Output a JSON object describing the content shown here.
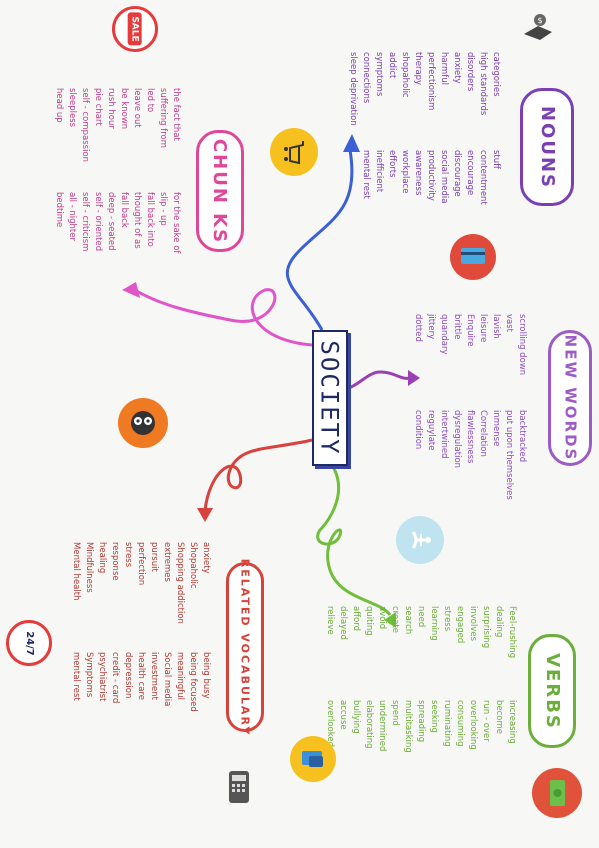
{
  "center": {
    "label": "SOCIETY"
  },
  "nouns": {
    "title": "NOUNS",
    "col1": [
      "categories",
      "high standards",
      "disorders",
      "anxiety",
      "harmful",
      "perfectionism",
      "therapy",
      "shopaholic",
      "addict",
      "symptoms",
      "connections",
      "sleep deprivation"
    ],
    "col2": [
      "stuff",
      "contentment",
      "encourage",
      "discourage",
      "social media",
      "productivity",
      "awareness",
      "workplace",
      "efforts",
      "inefficient",
      "mental rest"
    ]
  },
  "chunks": {
    "title": "CHUN KS",
    "col1": [
      "the fact that",
      "suffering from",
      "led to",
      "leave out",
      "be known",
      "rush hour",
      "pie chart",
      "self - compassion",
      "sleepless",
      "head up"
    ],
    "col2": [
      "for the sake of",
      "slip - up",
      "fall back into",
      "thought of as",
      "fall back",
      "deep - seated",
      "self - oriented",
      "self - criticism",
      "all - nighter",
      "bedtime"
    ]
  },
  "new_words": {
    "title": "NEW WORDS",
    "col1": [
      "scrolling down",
      "vast",
      "lavish",
      "leisure",
      "Enquire",
      "brittle",
      "quandary",
      "jittery",
      "dotted"
    ],
    "col2": [
      "backtracked",
      "put upon themselves",
      "inmense",
      "Correlation",
      "flawlessness",
      "dysregulation",
      "intertwined",
      "reguylate",
      "condition"
    ]
  },
  "related": {
    "title": "RELATED VOCABULARY",
    "col1": [
      "anxiety",
      "Shopaholic",
      "Shopping addiction",
      "extremes",
      "pursuit",
      "perfection",
      "stress",
      "response",
      "healing",
      "Mindfulness",
      "Mental health"
    ],
    "col2": [
      "being busy",
      "being focused",
      "meaningful",
      "Social media",
      "investment",
      "health care",
      "depression",
      "credit - card",
      "psychiatrist",
      "Symptoms",
      "mental rest"
    ]
  },
  "verbs": {
    "title": "VERBS",
    "col1": [
      "Feel-rushing",
      "dealing",
      "surprising",
      "involves",
      "engaged",
      "stress",
      "learning",
      "need",
      "search",
      "create",
      "avoid",
      "quiting",
      "afford",
      "delayed",
      "relieve"
    ],
    "col2": [
      "increasing",
      "become",
      "run - over",
      "overlooking",
      "consuming",
      "ruminating",
      "seeking",
      "spreading",
      "multitasking",
      "spend",
      "undermined",
      "elaborating",
      "bullying",
      "accuse",
      "overlooked"
    ]
  },
  "badges": {
    "sale": "SALE",
    "hours": "24/7"
  },
  "colors": {
    "nouns": "#7b3fb5",
    "chunks": "#e0469a",
    "new_words": "#9c5bc6",
    "related": "#d5433b",
    "verbs": "#6cae3a",
    "center": "#1d2a63",
    "arrow_blue": "#3b5fd6",
    "arrow_pink": "#e055c9",
    "arrow_purple": "#9a3fb4",
    "arrow_red": "#d9413c",
    "arrow_green": "#6fbf3b"
  },
  "icons": [
    "money-hand-icon",
    "sale-tag-icon",
    "shopping-cart-icon",
    "credit-card-icon",
    "owl-icon",
    "meditation-icon",
    "clock-24-7-icon",
    "card-payment-icon",
    "calculator-phone-icon",
    "cash-icon"
  ]
}
